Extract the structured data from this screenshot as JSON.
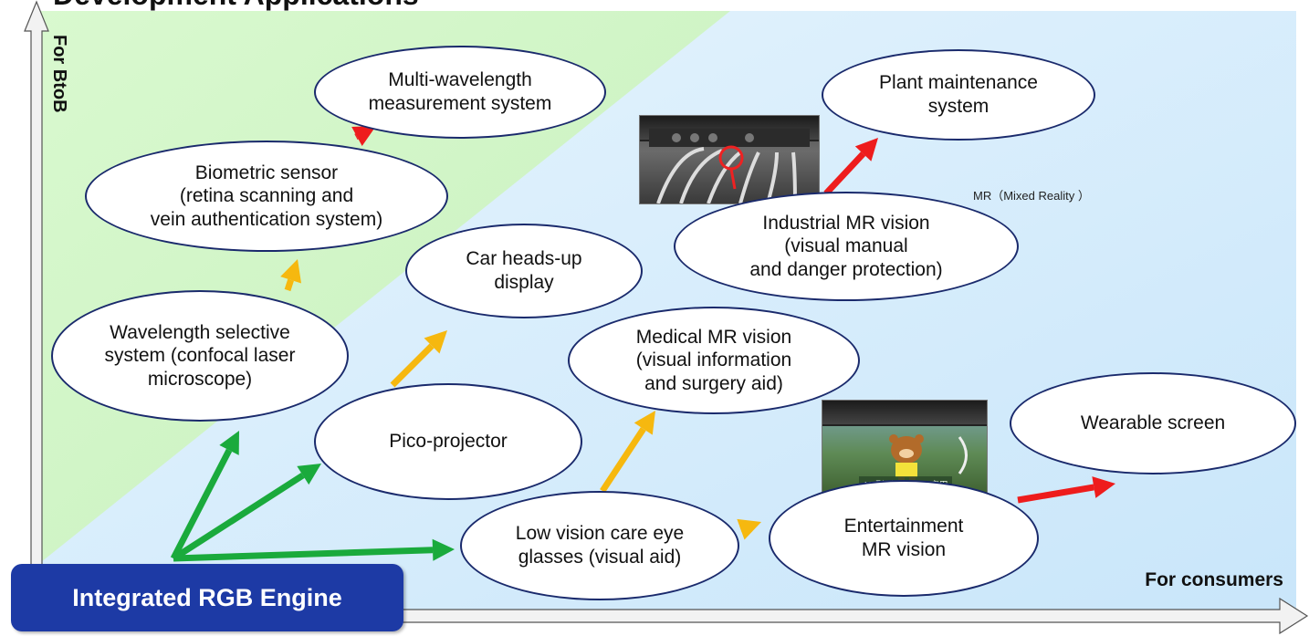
{
  "title_fragment": "Development Applications",
  "axis": {
    "y_label": "For BtoB",
    "x_label": "For consumers"
  },
  "engine_label": "Integrated RGB Engine",
  "mr_note": "MR（Mixed Reality ）",
  "nodes": [
    {
      "id": "multi_wavelength",
      "label": "Multi-wavelength\nmeasurement system"
    },
    {
      "id": "plant_maintenance",
      "label": "Plant maintenance\nsystem"
    },
    {
      "id": "biometric_sensor",
      "label": "Biometric sensor\n(retina scanning and\nvein authentication system)"
    },
    {
      "id": "industrial_mr",
      "label": "Industrial MR vision\n(visual manual\nand danger protection)"
    },
    {
      "id": "car_hud",
      "label": "Car heads-up\ndisplay"
    },
    {
      "id": "wavelength_selective",
      "label": "Wavelength selective\nsystem (confocal laser\nmicroscope)"
    },
    {
      "id": "medical_mr",
      "label": "Medical MR vision\n(visual information\nand surgery aid)"
    },
    {
      "id": "pico_projector",
      "label": "Pico-projector"
    },
    {
      "id": "wearable_screen",
      "label": "Wearable screen"
    },
    {
      "id": "low_vision",
      "label": "Low vision care eye\nglasses (visual aid)"
    },
    {
      "id": "entertainment_mr",
      "label": "Entertainment\nMR vision"
    }
  ],
  "photos": [
    {
      "id": "industrial_photo",
      "caption": ""
    },
    {
      "id": "entertainment_photo",
      "caption": "AR型ゲームへの応用"
    }
  ],
  "arrows": [
    {
      "from": "engine",
      "to": "wavelength_selective",
      "color": "#1aaa3c"
    },
    {
      "from": "engine",
      "to": "pico_projector",
      "color": "#1aaa3c"
    },
    {
      "from": "engine",
      "to": "low_vision",
      "color": "#1aaa3c"
    },
    {
      "from": "wavelength_selective",
      "to": "biometric_sensor",
      "color": "#f6b80f"
    },
    {
      "from": "pico_projector",
      "to": "car_hud",
      "color": "#f6b80f"
    },
    {
      "from": "low_vision",
      "to": "medical_mr",
      "color": "#f6b80f"
    },
    {
      "from": "low_vision",
      "to": "entertainment_mr",
      "color": "#f6b80f"
    },
    {
      "from": "biometric_sensor",
      "to": "multi_wavelength",
      "color": "#ee1c1c"
    },
    {
      "from": "industrial_mr",
      "to": "plant_maintenance",
      "color": "#ee1c1c"
    },
    {
      "from": "entertainment_mr",
      "to": "wearable_screen",
      "color": "#ee1c1c"
    }
  ],
  "colors": {
    "green_zone": "#d3f7c9",
    "blue_zone": "#d6eefc",
    "node_border": "#1a2a6c",
    "engine_fill": "#1d3aa5"
  }
}
